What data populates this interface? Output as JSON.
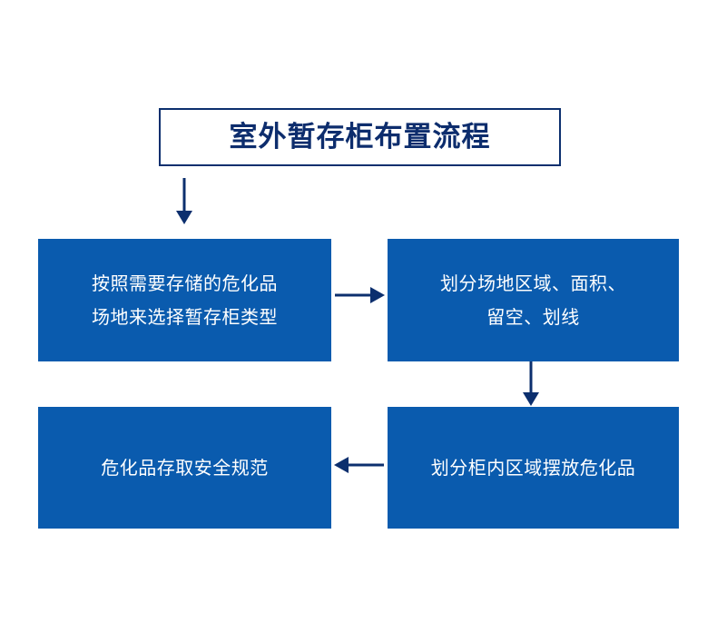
{
  "diagram": {
    "title": "室外暂存柜布置流程",
    "background_color": "#ffffff",
    "box_fill_color": "#0a5bae",
    "box_text_color": "#ffffff",
    "title_text_color": "#0d2d6d",
    "title_border_color": "#0c2f6e",
    "arrow_color": "#0c2f6e",
    "nodes": [
      {
        "id": "node-1",
        "text": "按照需要存储的危化品\n场地来选择暂存柜类型",
        "lines": [
          "按照需要存储的危化品",
          "场地来选择暂存柜类型"
        ],
        "order": 1
      },
      {
        "id": "node-2",
        "text": "划分场地区域、面积、\n留空、划线",
        "lines": [
          "划分场地区域、面积、",
          "留空、划线"
        ],
        "order": 2
      },
      {
        "id": "node-3",
        "text": "划分柜内区域摆放危化品",
        "lines": [
          "划分柜内区域摆放危化品"
        ],
        "order": 3
      },
      {
        "id": "node-4",
        "text": "危化品存取安全规范",
        "lines": [
          "危化品存取安全规范"
        ],
        "order": 4
      }
    ],
    "arrows": [
      {
        "id": "arrow-title-to-1",
        "from": "title",
        "to": "node-1",
        "direction": "down"
      },
      {
        "id": "arrow-1-to-2",
        "from": "node-1",
        "to": "node-2",
        "direction": "right"
      },
      {
        "id": "arrow-2-to-3",
        "from": "node-2",
        "to": "node-3",
        "direction": "down"
      },
      {
        "id": "arrow-3-to-4",
        "from": "node-3",
        "to": "node-4",
        "direction": "left"
      }
    ]
  }
}
